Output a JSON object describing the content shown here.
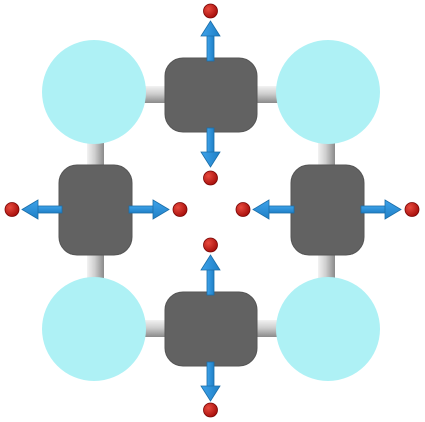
{
  "diagram": {
    "description_visible_text": [],
    "colors": {
      "node_fill": "#aef1f5",
      "link_body": "#626262",
      "link_body_edge": "#565656",
      "connector_light": "#f0f0f0",
      "connector_mid": "#c6c6c6",
      "connector_dark": "#8a8a8a",
      "arrow_fill": "#2d8fd6",
      "arrow_edge": "#1b6ea9",
      "dot_fill": "#c0130f",
      "dot_edge": "#7a0706"
    },
    "nodes": [
      {
        "id": "node-top-left"
      },
      {
        "id": "node-top-right"
      },
      {
        "id": "node-bottom-left"
      },
      {
        "id": "node-bottom-right"
      }
    ],
    "links": [
      {
        "id": "link-top",
        "orientation": "horizontal",
        "arrows": [
          "up",
          "down"
        ]
      },
      {
        "id": "link-bottom",
        "orientation": "horizontal",
        "arrows": [
          "up",
          "down"
        ]
      },
      {
        "id": "link-left",
        "orientation": "vertical",
        "arrows": [
          "left",
          "right"
        ]
      },
      {
        "id": "link-right",
        "orientation": "vertical",
        "arrows": [
          "left",
          "right"
        ]
      }
    ]
  }
}
